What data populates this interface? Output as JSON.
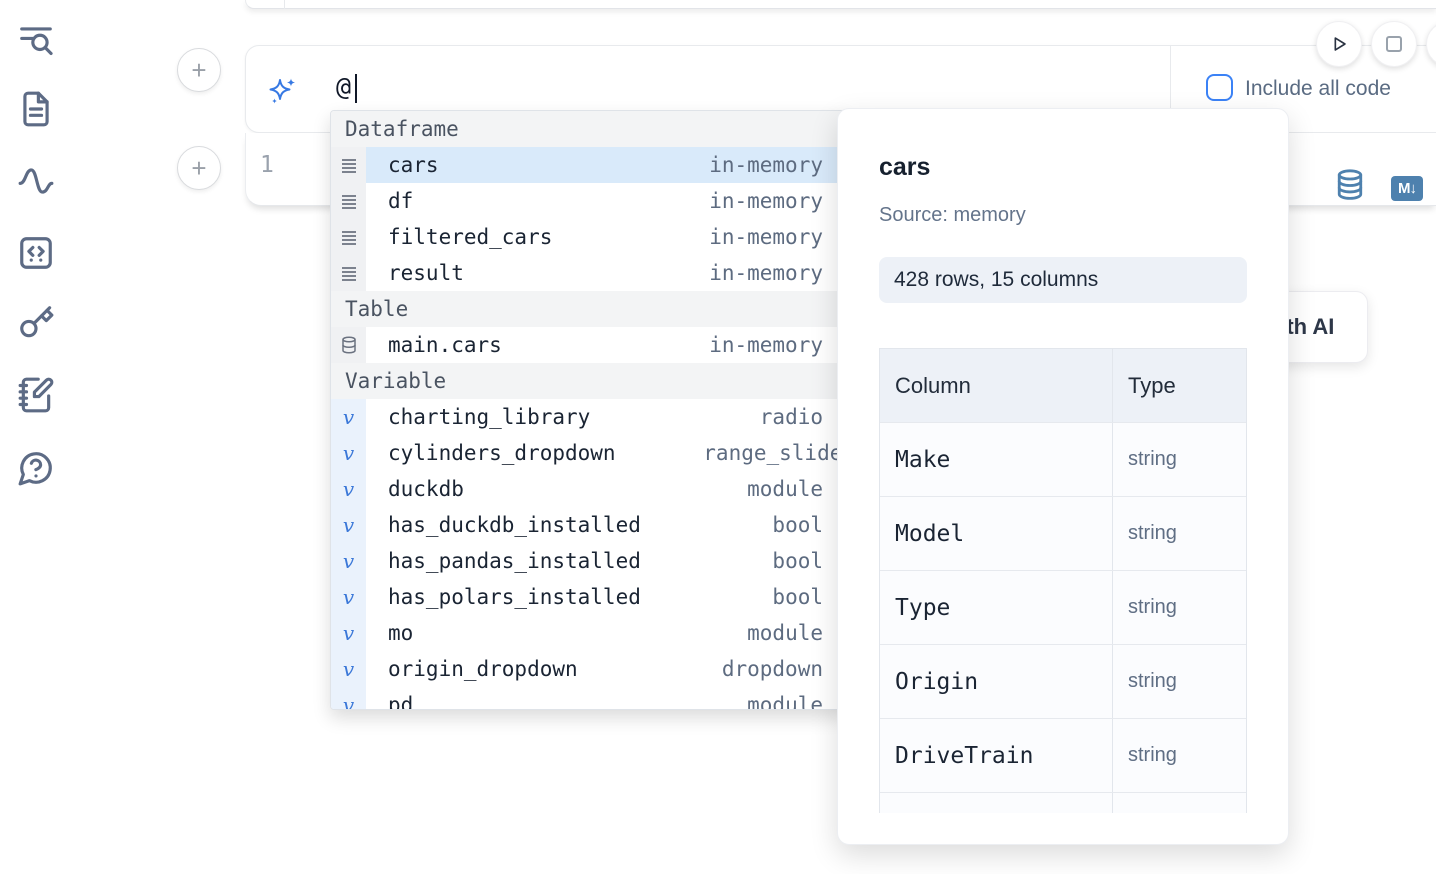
{
  "colors": {
    "accent_blue": "#3b82f6",
    "steel_blue": "#4e81ae",
    "selected_row": "#d9eafa",
    "icon_slate": "#5d6b85"
  },
  "sidebar": {
    "items": [
      {
        "icon": "toc-search-icon"
      },
      {
        "icon": "document-icon"
      },
      {
        "icon": "activity-icon"
      },
      {
        "icon": "code-snippet-icon"
      },
      {
        "icon": "key-icon"
      },
      {
        "icon": "notebook-pen-icon"
      },
      {
        "icon": "help-chat-icon"
      }
    ]
  },
  "toolbar": {
    "play_button": "run",
    "stop_button": "stop"
  },
  "prompt": {
    "value": "@",
    "include_all_code_label": "Include all code",
    "sparkle_icon": "ai-sparkle-icon"
  },
  "cell": {
    "line_number": "1",
    "icons": [
      "database-icon",
      "markdown-icon"
    ],
    "markdown_badge": "M↓"
  },
  "autocomplete": {
    "sections": [
      {
        "label": "Dataframe",
        "items": [
          {
            "name": "cars",
            "type": "in-memory",
            "selected": true
          },
          {
            "name": "df",
            "type": "in-memory"
          },
          {
            "name": "filtered_cars",
            "type": "in-memory"
          },
          {
            "name": "result",
            "type": "in-memory"
          }
        ]
      },
      {
        "label": "Table",
        "items": [
          {
            "name": "main.cars",
            "type": "in-memory"
          }
        ]
      },
      {
        "label": "Variable",
        "items": [
          {
            "name": "charting_library",
            "type": "radio"
          },
          {
            "name": "cylinders_dropdown",
            "type": "range_slider"
          },
          {
            "name": "duckdb",
            "type": "module"
          },
          {
            "name": "has_duckdb_installed",
            "type": "bool"
          },
          {
            "name": "has_pandas_installed",
            "type": "bool"
          },
          {
            "name": "has_polars_installed",
            "type": "bool"
          },
          {
            "name": "mo",
            "type": "module"
          },
          {
            "name": "origin_dropdown",
            "type": "dropdown"
          },
          {
            "name": "pd",
            "type": "module"
          }
        ]
      }
    ],
    "variable_glyph": "v"
  },
  "preview": {
    "title": "cars",
    "source": "Source: memory",
    "shape": "428 rows, 15 columns",
    "table": {
      "headers": [
        "Column",
        "Type"
      ],
      "rows": [
        [
          "Make",
          "string"
        ],
        [
          "Model",
          "string"
        ],
        [
          "Type",
          "string"
        ],
        [
          "Origin",
          "string"
        ],
        [
          "DriveTrain",
          "string"
        ]
      ]
    }
  },
  "generate_ai_label": "Generate with AI"
}
